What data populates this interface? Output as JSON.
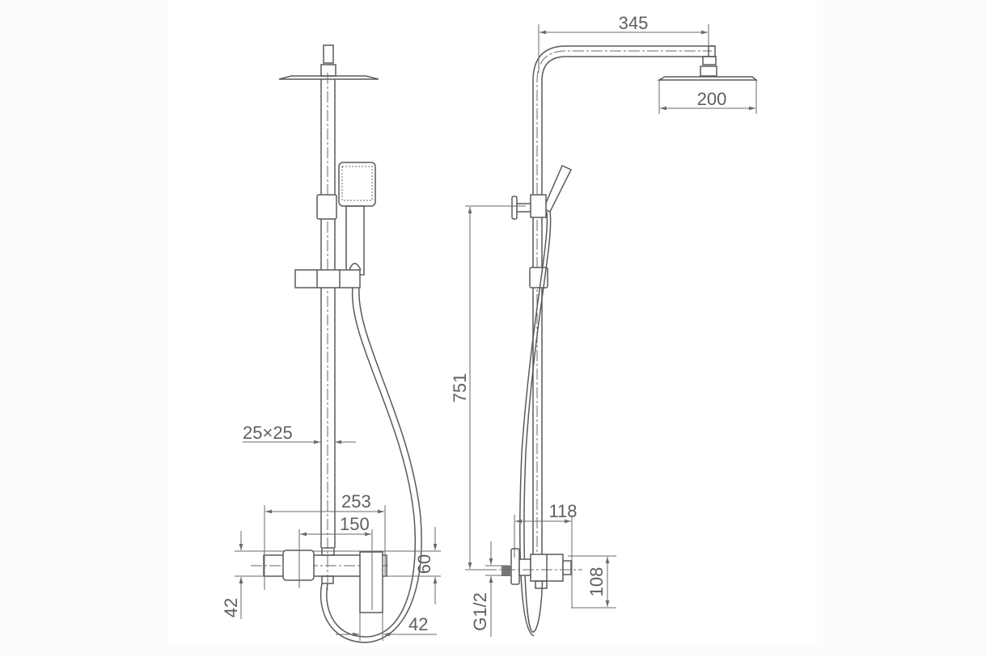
{
  "title": "Shower column dimension drawing",
  "front_view": {
    "dim_tube": "25×25",
    "dim_total_width": "253",
    "dim_inlet_spacing": "150",
    "dim_body_height": "60",
    "dim_left_depth": "42",
    "dim_lever_width": "42"
  },
  "side_view": {
    "dim_arm_length": "345",
    "dim_head_diameter": "200",
    "dim_bracket_height": "751",
    "dim_projection": "118",
    "dim_wall_plate": "108",
    "dim_thread": "G1/2"
  },
  "colors": {
    "line": "#5a5a5a",
    "text": "#5f5f5f"
  }
}
